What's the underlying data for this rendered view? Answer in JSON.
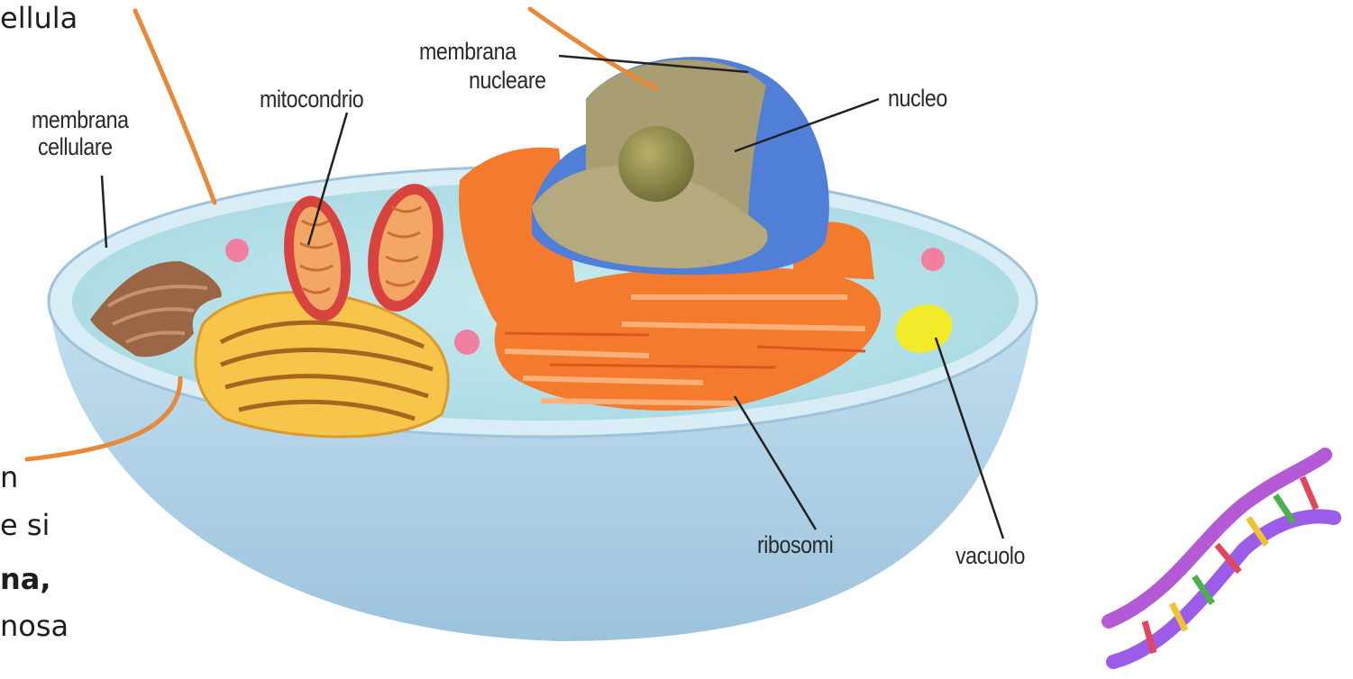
{
  "diagram": {
    "labels": {
      "membrana_cellulare_1": "membrana",
      "membrana_cellulare_2": "cellulare",
      "mitocondrio": "mitocondrio",
      "membrana_nucleare_1": "membrana",
      "membrana_nucleare_2": "nucleare",
      "nucleo": "nucleo",
      "ribosomi": "ribosomi",
      "vacuolo": "vacuolo"
    },
    "side_text": {
      "top_fragment": "ellula",
      "frag_1": "n",
      "frag_2": "e  si",
      "frag_3": "na,",
      "frag_4": "nosa"
    },
    "colors": {
      "cup_outer": "#a9cde3",
      "cytoplasm": "#b8e2ea",
      "nucleus_membrane": "#4f7fd6",
      "nucleus_interior": "#a89d73",
      "nucleolus": "#8a8448",
      "endoplasmic_reticulum": "#f47a2e",
      "mitochondria": "#d9433f",
      "golgi": "#8d5a3c",
      "vacuole": "#f3ea2a",
      "pointer_orange": "#e8893a"
    },
    "icons": [
      "dna-helix-icon"
    ]
  }
}
